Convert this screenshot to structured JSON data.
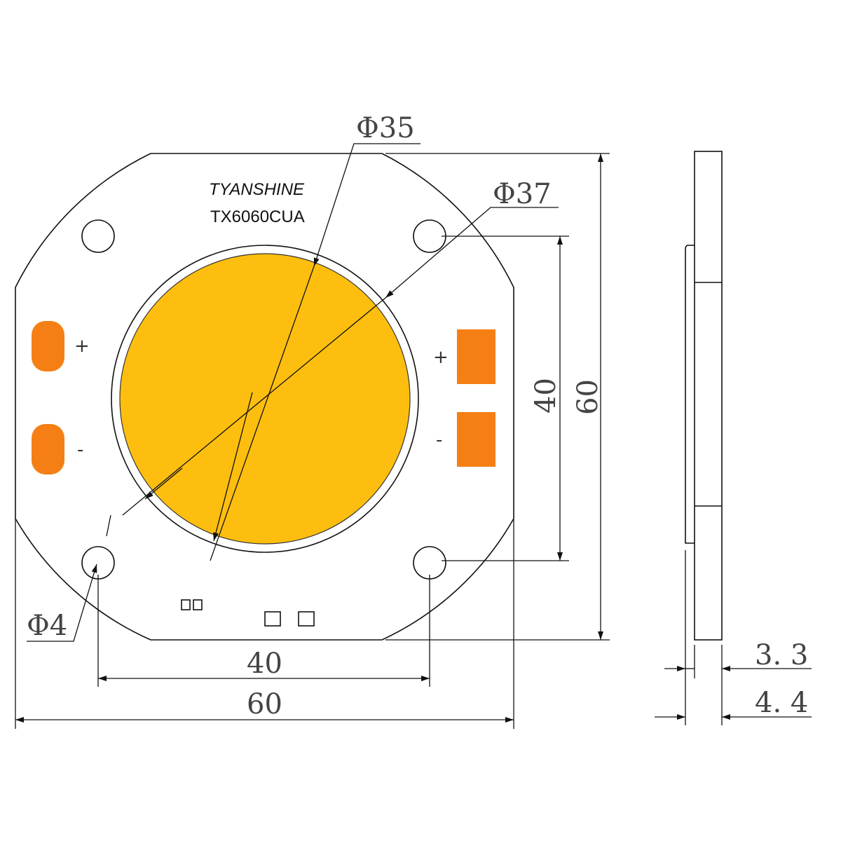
{
  "brand": "TYANSHINE",
  "model": "TX6060CUA",
  "dimensions": {
    "led_diameter": "Φ35",
    "ring_diameter": "Φ37",
    "hole_diameter": "Φ4",
    "hole_spacing_h": "40",
    "board_width": "60",
    "hole_spacing_v": "40",
    "board_height": "60",
    "thickness_inner": "3. 3",
    "thickness_total": "4. 4"
  },
  "pads": {
    "left_plus": "+",
    "left_minus": "-",
    "right_plus": "+",
    "right_minus": "-"
  },
  "colors": {
    "led": "#FDBE0F",
    "pad": "#F57F14"
  }
}
